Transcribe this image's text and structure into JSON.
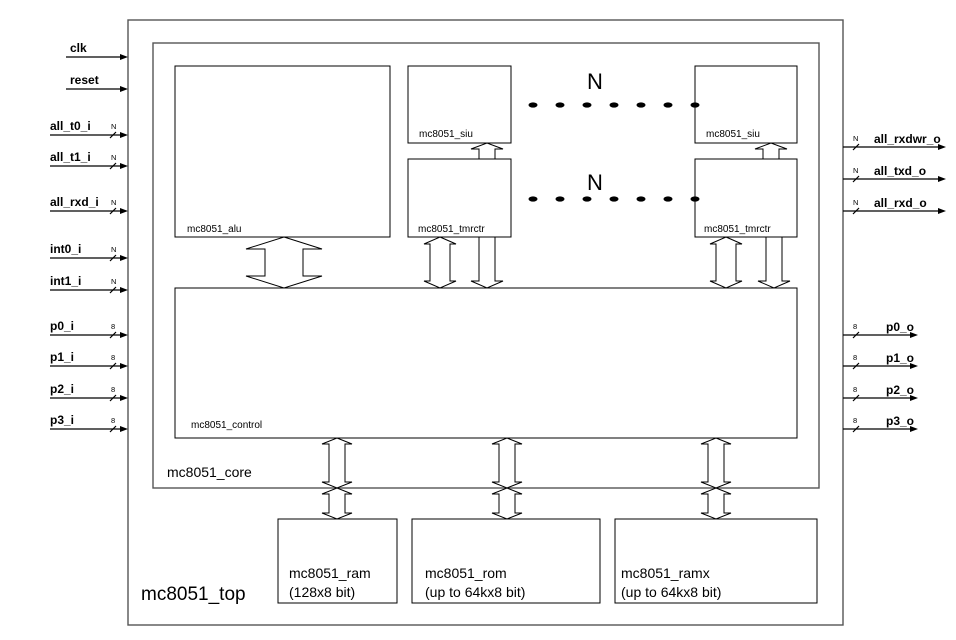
{
  "diagram": {
    "top_label": "mc8051_top",
    "core_label": "mc8051_core",
    "blocks": {
      "alu": "mc8051_alu",
      "siu_first": "mc8051_siu",
      "siu_last": "mc8051_siu",
      "tmrctr_first": "mc8051_tmrctr",
      "tmrctr_last": "mc8051_tmrctr",
      "control": "mc8051_control",
      "ram": [
        "mc8051_ram",
        "(128x8 bit)"
      ],
      "rom": [
        "mc8051_rom",
        "(up to 64kx8 bit)"
      ],
      "ramx": [
        "mc8051_ramx",
        "(up to 64kx8 bit)"
      ]
    },
    "replication_label": "N",
    "inputs": [
      {
        "name": "clk",
        "width": ""
      },
      {
        "name": "reset",
        "width": ""
      },
      {
        "name": "all_t0_i",
        "width": "N"
      },
      {
        "name": "all_t1_i",
        "width": "N"
      },
      {
        "name": "all_rxd_i",
        "width": "N"
      },
      {
        "name": "int0_i",
        "width": "N"
      },
      {
        "name": "int1_i",
        "width": "N"
      },
      {
        "name": "p0_i",
        "width": "8"
      },
      {
        "name": "p1_i",
        "width": "8"
      },
      {
        "name": "p2_i",
        "width": "8"
      },
      {
        "name": "p3_i",
        "width": "8"
      }
    ],
    "outputs": [
      {
        "name": "all_rxdwr_o",
        "width": "N"
      },
      {
        "name": "all_txd_o",
        "width": "N"
      },
      {
        "name": "all_rxd_o",
        "width": "N"
      },
      {
        "name": "p0_o",
        "width": "8"
      },
      {
        "name": "p1_o",
        "width": "8"
      },
      {
        "name": "p2_o",
        "width": "8"
      },
      {
        "name": "p3_o",
        "width": "8"
      }
    ]
  }
}
